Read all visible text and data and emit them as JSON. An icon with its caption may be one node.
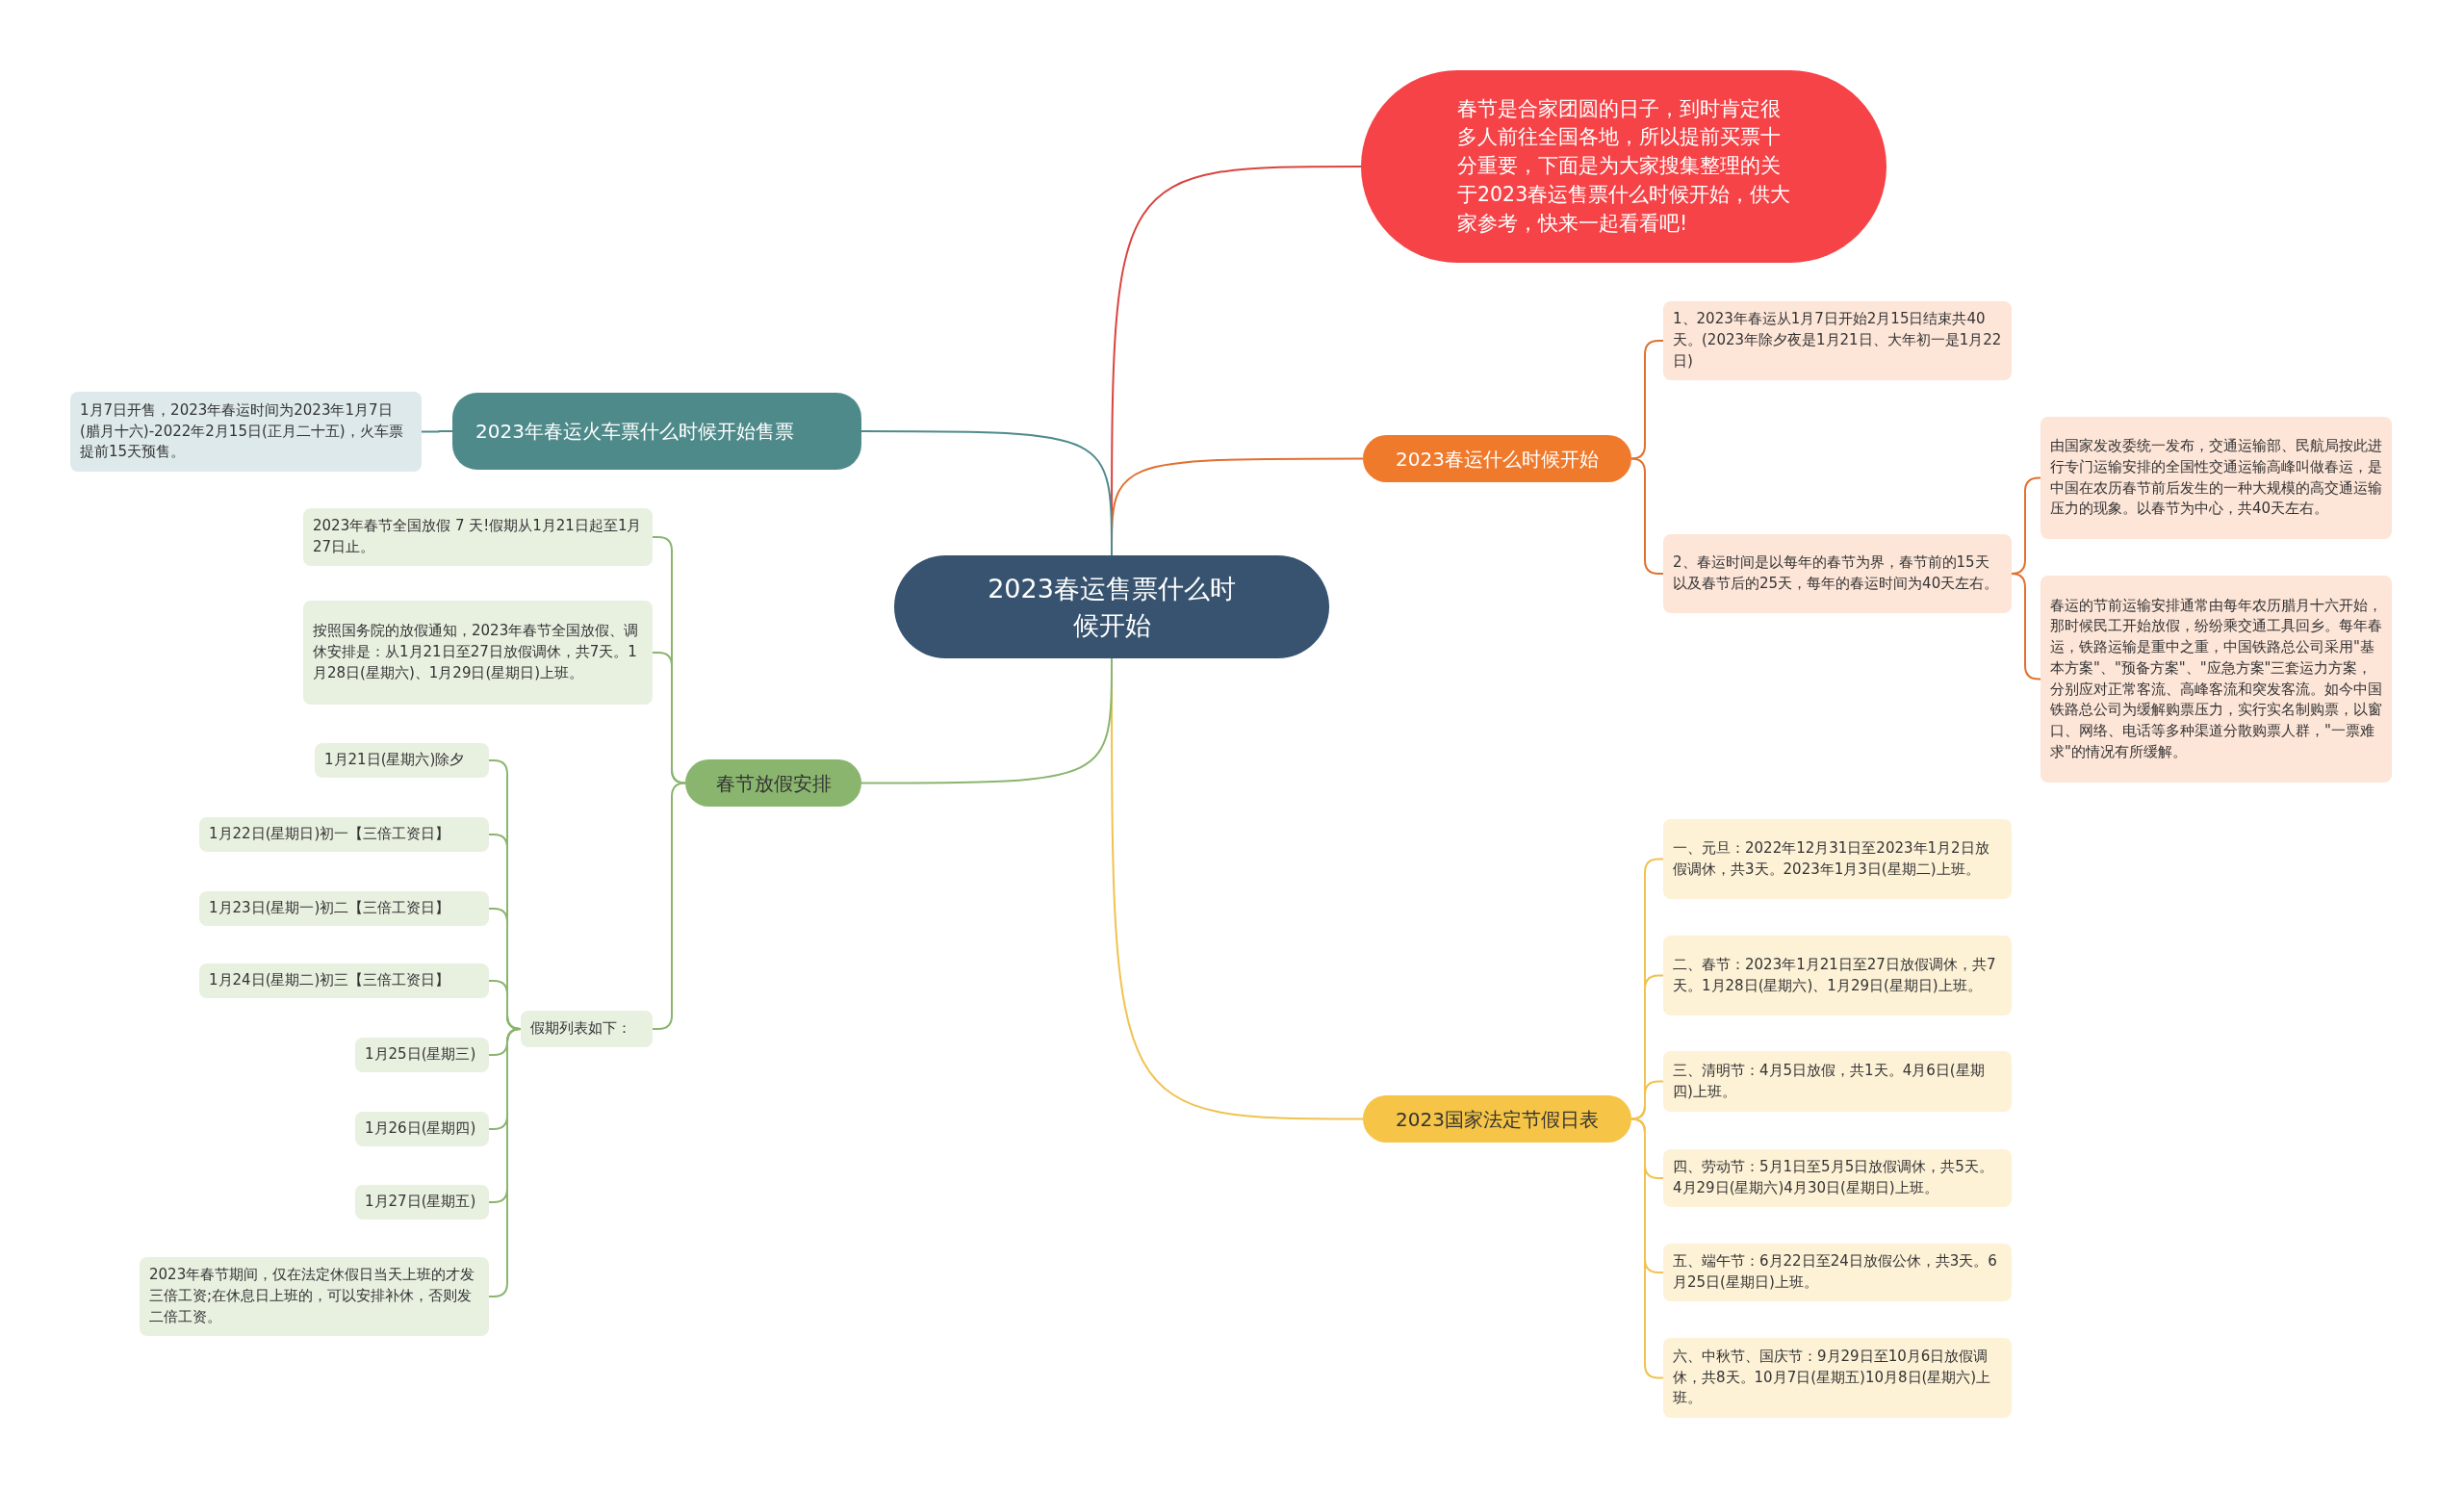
{
  "diagram": {
    "nodes": [
      {
        "text": [
          "2023春运售票什么时候开始"
        ]
      },
      {
        "text": [
          "春节是合家团圆的日子，到时肯定很多人前往全国各地，所以提前买票十分重要，下面是为大家搜集整理的关于2023春运售票什么时候开始，供大家参考，快来一起看看吧!"
        ]
      },
      {
        "text": [
          "2023春运什么时候开始"
        ]
      },
      {
        "text": [
          "1、2023年春运从1月7日开始2月15日结束共40天。(2023年除夕夜是1月21日、大年初一是1月22日)"
        ]
      },
      {
        "text": [
          "2、春运时间是以每年的春节为界，春节前的15天以及春节后的25天，每年的春运时间为40天左右。"
        ]
      },
      {
        "text": [
          "由国家发改委统一发布，交通运输部、民航局按此进行专门运输安排的全国性交通运输高峰叫做春运，是中国在农历春节前后发生的一种大规模的高交通运输压力的现象。以春节为中心，共40天左右。"
        ]
      },
      {
        "text": [
          "春运的节前运输安排通常由每年农历腊月十六开始，那时候民工开始放假，纷纷乘交通工具回乡。每年春运，铁路运输是重中之重，中国铁路总公司采用\"基本方案\"、\"预备方案\"、\"应急方案\"三套运力方案，分别应对正常客流、高峰客流和突发客流。如今中国铁路总公司为缓解购票压力，实行实名制购票，以窗口、网络、电话等多种渠道分散购票人群，\"一票难求\"的情况有所缓解。"
        ]
      },
      {
        "text": [
          "2023国家法定节假日表"
        ]
      },
      {
        "text": [
          "一、元旦：2022年12月31日至2023年1月2日放假调休，共3天。2023年1月3日(星期二)上班。"
        ]
      },
      {
        "text": [
          "二、春节：2023年1月21日至27日放假调休，共7天。1月28日(星期六)、1月29日(星期日)上班。"
        ]
      },
      {
        "text": [
          "三、清明节：4月5日放假，共1天。4月6日(星期四)上班。"
        ]
      },
      {
        "text": [
          "四、劳动节：5月1日至5月5日放假调休，共5天。4月29日(星期六)4月30日(星期日)上班。"
        ]
      },
      {
        "text": [
          "五、端午节：6月22日至24日放假公休，共3天。6月25日(星期日)上班。"
        ]
      },
      {
        "text": [
          "六、中秋节、国庆节：9月29日至10月6日放假调休，共8天。10月7日(星期五)10月8日(星期六)上班。"
        ]
      },
      {
        "text": [
          "2023年春运火车票什么时候开始售票"
        ]
      },
      {
        "text": [
          "1月7日开售，2023年春运时间为2023年1月7日(腊月十六)-2022年2月15日(正月二十五)，火车票提前15天预售。"
        ]
      },
      {
        "text": [
          "春节放假安排"
        ]
      },
      {
        "text": [
          "2023年春节全国放假 7 天!假期从1月21日起至1月27日止。"
        ]
      },
      {
        "text": [
          "按照国务院的放假通知，2023年春节全国放假、调休安排是：从1月21日至27日放假调休，共7天。1月28日(星期六)、1月29日(星期日)上班。"
        ]
      },
      {
        "text": [
          "假期列表如下："
        ]
      },
      {
        "text": [
          "1月21日(星期六)除夕"
        ]
      },
      {
        "text": [
          "1月22日(星期日)初一【三倍工资日】"
        ]
      },
      {
        "text": [
          "1月23日(星期一)初二【三倍工资日】"
        ]
      },
      {
        "text": [
          "1月24日(星期二)初三【三倍工资日】"
        ]
      },
      {
        "text": [
          "1月25日(星期三)"
        ]
      },
      {
        "text": [
          "1月26日(星期四)"
        ]
      },
      {
        "text": [
          "1月27日(星期五)"
        ]
      },
      {
        "text": [
          "2023年春节期间，仅在法定休假日当天上班的才发三倍工资;在休息日上班的，可以安排补休，否则发二倍工资。"
        ]
      }
    ],
    "edges": [
      {
        "from": 0,
        "to": 1,
        "arrow": "none",
        "color": "#d9443f"
      },
      {
        "from": 0,
        "to": 2,
        "arrow": "none",
        "color": "#e07030"
      },
      {
        "from": 2,
        "to": 3,
        "arrow": "none",
        "color": "#e07030"
      },
      {
        "from": 2,
        "to": 4,
        "arrow": "none",
        "color": "#e07030"
      },
      {
        "from": 4,
        "to": 5,
        "arrow": "none",
        "color": "#e07030"
      },
      {
        "from": 4,
        "to": 6,
        "arrow": "none",
        "color": "#e07030"
      },
      {
        "from": 0,
        "to": 7,
        "arrow": "none",
        "color": "#f0c24f"
      },
      {
        "from": 7,
        "to": 8,
        "arrow": "none",
        "color": "#f0c24f"
      },
      {
        "from": 7,
        "to": 9,
        "arrow": "none",
        "color": "#f0c24f"
      },
      {
        "from": 7,
        "to": 10,
        "arrow": "none",
        "color": "#f0c24f"
      },
      {
        "from": 7,
        "to": 11,
        "arrow": "none",
        "color": "#f0c24f"
      },
      {
        "from": 7,
        "to": 12,
        "arrow": "none",
        "color": "#f0c24f"
      },
      {
        "from": 7,
        "to": 13,
        "arrow": "none",
        "color": "#f0c24f"
      },
      {
        "from": 0,
        "to": 14,
        "arrow": "none",
        "color": "#4f8a8b"
      },
      {
        "from": 14,
        "to": 15,
        "arrow": "none",
        "color": "#4f8a8b"
      },
      {
        "from": 0,
        "to": 16,
        "arrow": "none",
        "color": "#8ab56e"
      },
      {
        "from": 16,
        "to": 17,
        "arrow": "none",
        "color": "#8ab56e"
      },
      {
        "from": 16,
        "to": 18,
        "arrow": "none",
        "color": "#8ab56e"
      },
      {
        "from": 16,
        "to": 19,
        "arrow": "none",
        "color": "#8ab56e"
      },
      {
        "from": 19,
        "to": 20,
        "arrow": "none",
        "color": "#8ab56e"
      },
      {
        "from": 19,
        "to": 21,
        "arrow": "none",
        "color": "#8ab56e"
      },
      {
        "from": 19,
        "to": 22,
        "arrow": "none",
        "color": "#8ab56e"
      },
      {
        "from": 19,
        "to": 23,
        "arrow": "none",
        "color": "#8ab56e"
      },
      {
        "from": 19,
        "to": 24,
        "arrow": "none",
        "color": "#8ab56e"
      },
      {
        "from": 19,
        "to": 25,
        "arrow": "none",
        "color": "#8ab56e"
      },
      {
        "from": 19,
        "to": 26,
        "arrow": "none",
        "color": "#8ab56e"
      },
      {
        "from": 19,
        "to": 27,
        "arrow": "none",
        "color": "#8ab56e"
      }
    ]
  }
}
